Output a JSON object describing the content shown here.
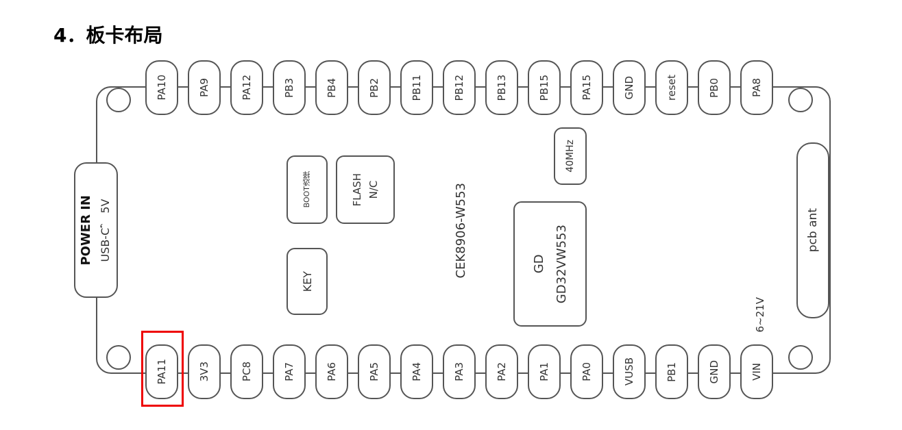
{
  "title": "4．板卡布局",
  "top_pins": [
    "PA10",
    "PA9",
    "PA12",
    "PB3",
    "PB4",
    "PB2",
    "PB11",
    "PB12",
    "PB13",
    "PB15",
    "PA15",
    "GND",
    "reset",
    "PB0",
    "PA8"
  ],
  "bottom_pins": [
    "PA11",
    "3V3",
    "PC8",
    "PA7",
    "PA6",
    "PA5",
    "PA4",
    "PA3",
    "PA2",
    "PA1",
    "PA0",
    "VUSB",
    "PB1",
    "GND",
    "VIN"
  ],
  "power": {
    "title": "POWER IN",
    "sub": "USB-C， 5V"
  },
  "boot": "BOOT选择",
  "flash": {
    "line1": "FLASH",
    "line2": "N/C"
  },
  "key": "KEY",
  "crystal": "40MHz",
  "board_name": "CEK8906-W553",
  "chip": {
    "line1": "GD",
    "line2": "GD32VW553"
  },
  "antenna": "pcb ant",
  "vin_range": "6~21V",
  "highlight_color": "#e00000"
}
